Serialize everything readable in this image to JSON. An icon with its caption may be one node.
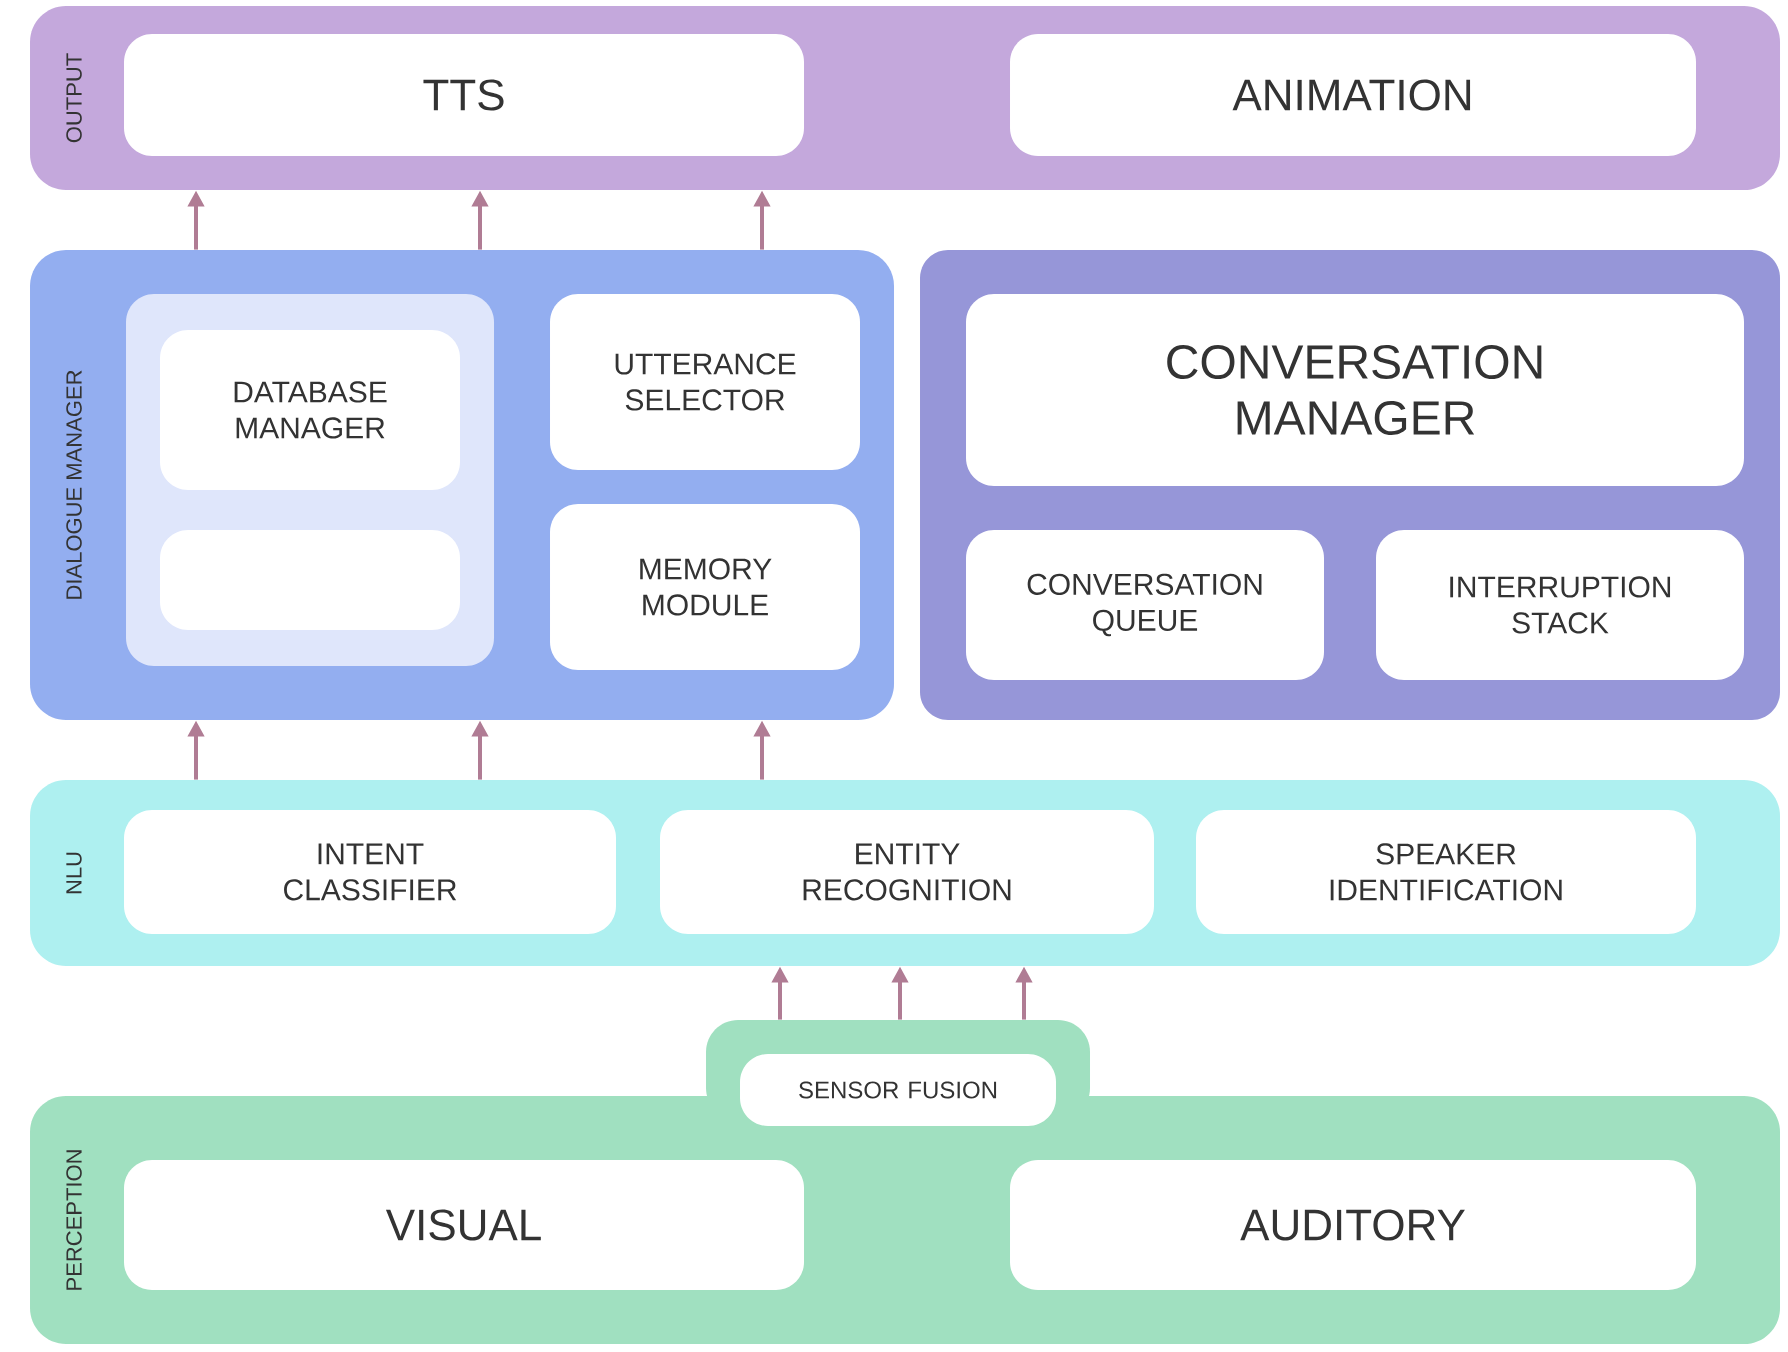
{
  "diagram": {
    "nodes": [
      {
        "text": [
          "OUTPUT"
        ]
      },
      {
        "text": [
          "TTS"
        ],
        "in": 0
      },
      {
        "text": [
          "ANIMATION"
        ],
        "in": 0
      },
      {
        "text": [
          "DIALOGUE MANAGER"
        ]
      },
      {
        "text": [],
        "shape": "box",
        "in": 3
      },
      {
        "text": [
          "DATABASE MANAGER"
        ],
        "in": 4
      },
      {
        "text": [],
        "shape": "box",
        "in": 4
      },
      {
        "text": [
          "UTTERANCE SELECTOR"
        ],
        "in": 3
      },
      {
        "text": [
          "MEMORY MODULE"
        ],
        "in": 3
      },
      {
        "text": [],
        "shape": "box"
      },
      {
        "text": [
          "CONVERSATION MANAGER"
        ],
        "in": 9
      },
      {
        "text": [
          "CONVERSATION QUEUE"
        ],
        "in": 9
      },
      {
        "text": [
          "INTERRUPTION STACK"
        ],
        "in": 9
      },
      {
        "text": [
          "NLU"
        ]
      },
      {
        "text": [
          "INTENT CLASSIFIER"
        ],
        "in": 13
      },
      {
        "text": [
          "ENTITY RECOGNITION"
        ],
        "in": 13
      },
      {
        "text": [
          "SPEAKER IDENTIFICATION"
        ],
        "in": 13
      },
      {
        "text": [
          "PERCEPTION"
        ]
      },
      {
        "text": [
          "SENSOR FUSION"
        ]
      },
      {
        "text": [
          "VISUAL"
        ],
        "in": 17
      },
      {
        "text": [
          "AUDITORY"
        ],
        "in": 17
      }
    ],
    "edges": [
      {
        "from": 3,
        "to": 0,
        "arrow": "to"
      },
      {
        "from": 3,
        "to": 0,
        "arrow": "to"
      },
      {
        "from": 3,
        "to": 0,
        "arrow": "to"
      },
      {
        "from": 13,
        "to": 3,
        "arrow": "to"
      },
      {
        "from": 13,
        "to": 3,
        "arrow": "to"
      },
      {
        "from": 13,
        "to": 3,
        "arrow": "to"
      },
      {
        "from": 17,
        "to": 13,
        "arrow": "to"
      },
      {
        "from": 17,
        "to": 13,
        "arrow": "to"
      },
      {
        "from": 17,
        "to": 13,
        "arrow": "to"
      }
    ]
  }
}
